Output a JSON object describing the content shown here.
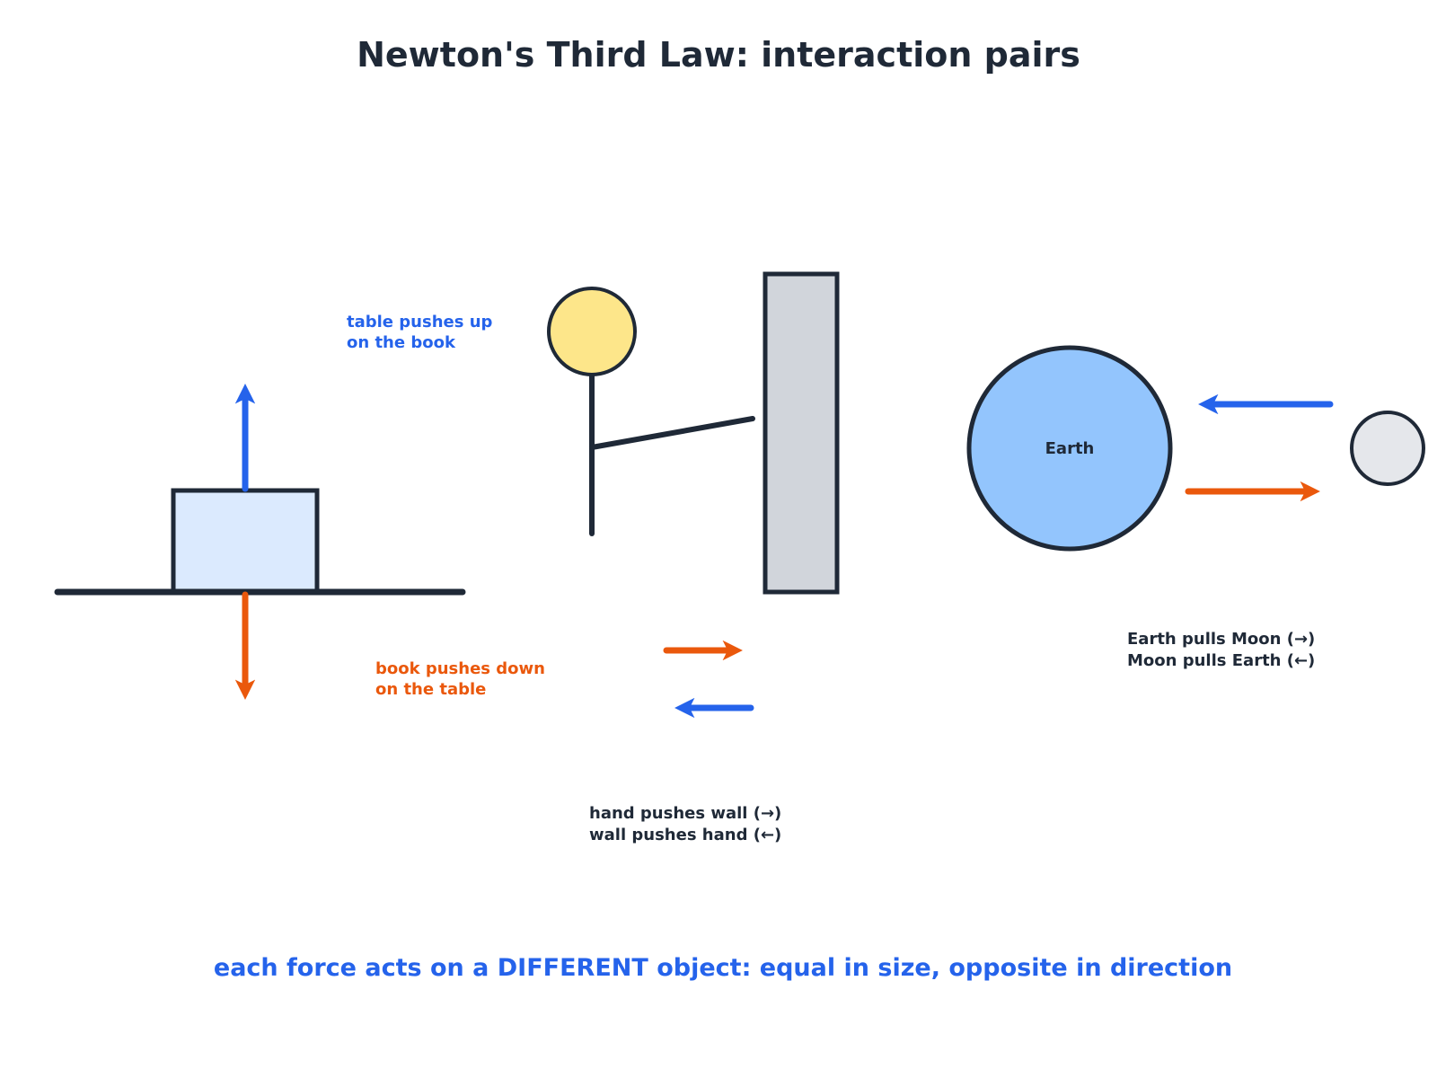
{
  "title": "Newton's Third Law: interaction pairs",
  "colors": {
    "ink": "#1f2937",
    "action": "#ea580c",
    "reaction": "#2563eb",
    "book": "#dbeafe",
    "head": "#fde68a",
    "wall": "#d1d5db",
    "earth": "#93c5fd",
    "moon": "#e5e7eb"
  },
  "panel_book": {
    "upper_label": [
      "table pushes up",
      "on the book"
    ],
    "lower_label": [
      "book pushes down",
      "on the table"
    ]
  },
  "panel_wall": {
    "caption": [
      "hand pushes wall (→)",
      "wall pushes hand (←)"
    ]
  },
  "panel_earth": {
    "earth_label": "Earth",
    "caption": [
      "Earth pulls Moon (→)",
      "Moon pulls Earth (←)"
    ]
  },
  "footer": "each force acts on a DIFFERENT object: equal in size, opposite in direction"
}
